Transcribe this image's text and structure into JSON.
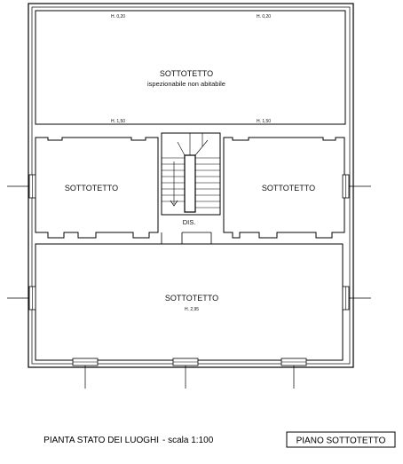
{
  "rooms": {
    "top": {
      "name": "SOTTOTETTO",
      "note": "ispezionabile non abitabile"
    },
    "left": {
      "name": "SOTTOTETTO"
    },
    "right": {
      "name": "SOTTOTETTO"
    },
    "bottom": {
      "name": "SOTTOTETTO",
      "height": "H. 2,95"
    },
    "landing": {
      "name": "DIS."
    }
  },
  "heights": {
    "top_left": "H. 0,20",
    "top_right": "H. 0,20",
    "mid_left": "H. 1,50",
    "mid_right": "H. 1,50"
  },
  "caption": {
    "plan_title": "PIANTA STATO DEI LUOGHI",
    "scale": "- scala 1:100",
    "floor": "PIANO SOTTOTETTO"
  }
}
